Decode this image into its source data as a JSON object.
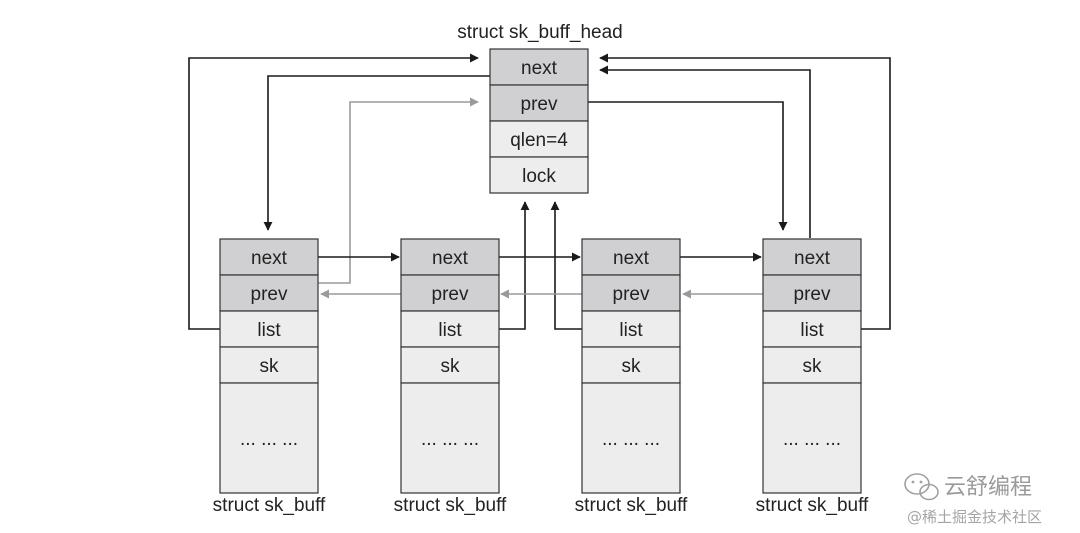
{
  "head": {
    "title": "struct sk_buff_head",
    "fields": [
      "next",
      "prev",
      "qlen=4",
      "lock"
    ]
  },
  "buffers": [
    {
      "caption": "struct sk_buff",
      "fields": [
        "next",
        "prev",
        "list",
        "sk",
        "... ... ..."
      ]
    },
    {
      "caption": "struct sk_buff",
      "fields": [
        "next",
        "prev",
        "list",
        "sk",
        "... ... ..."
      ]
    },
    {
      "caption": "struct sk_buff",
      "fields": [
        "next",
        "prev",
        "list",
        "sk",
        "... ... ..."
      ]
    },
    {
      "caption": "struct sk_buff",
      "fields": [
        "next",
        "prev",
        "list",
        "sk",
        "... ... ..."
      ]
    }
  ],
  "watermark": {
    "main": "云舒编程",
    "sub": "@稀土掘金技术社区"
  },
  "colors": {
    "dark_cell": "#d0d0d2",
    "light_cell": "#ededed",
    "border": "#333333",
    "arrow_black": "#1a1a1a",
    "arrow_gray": "#9a9a9a"
  }
}
